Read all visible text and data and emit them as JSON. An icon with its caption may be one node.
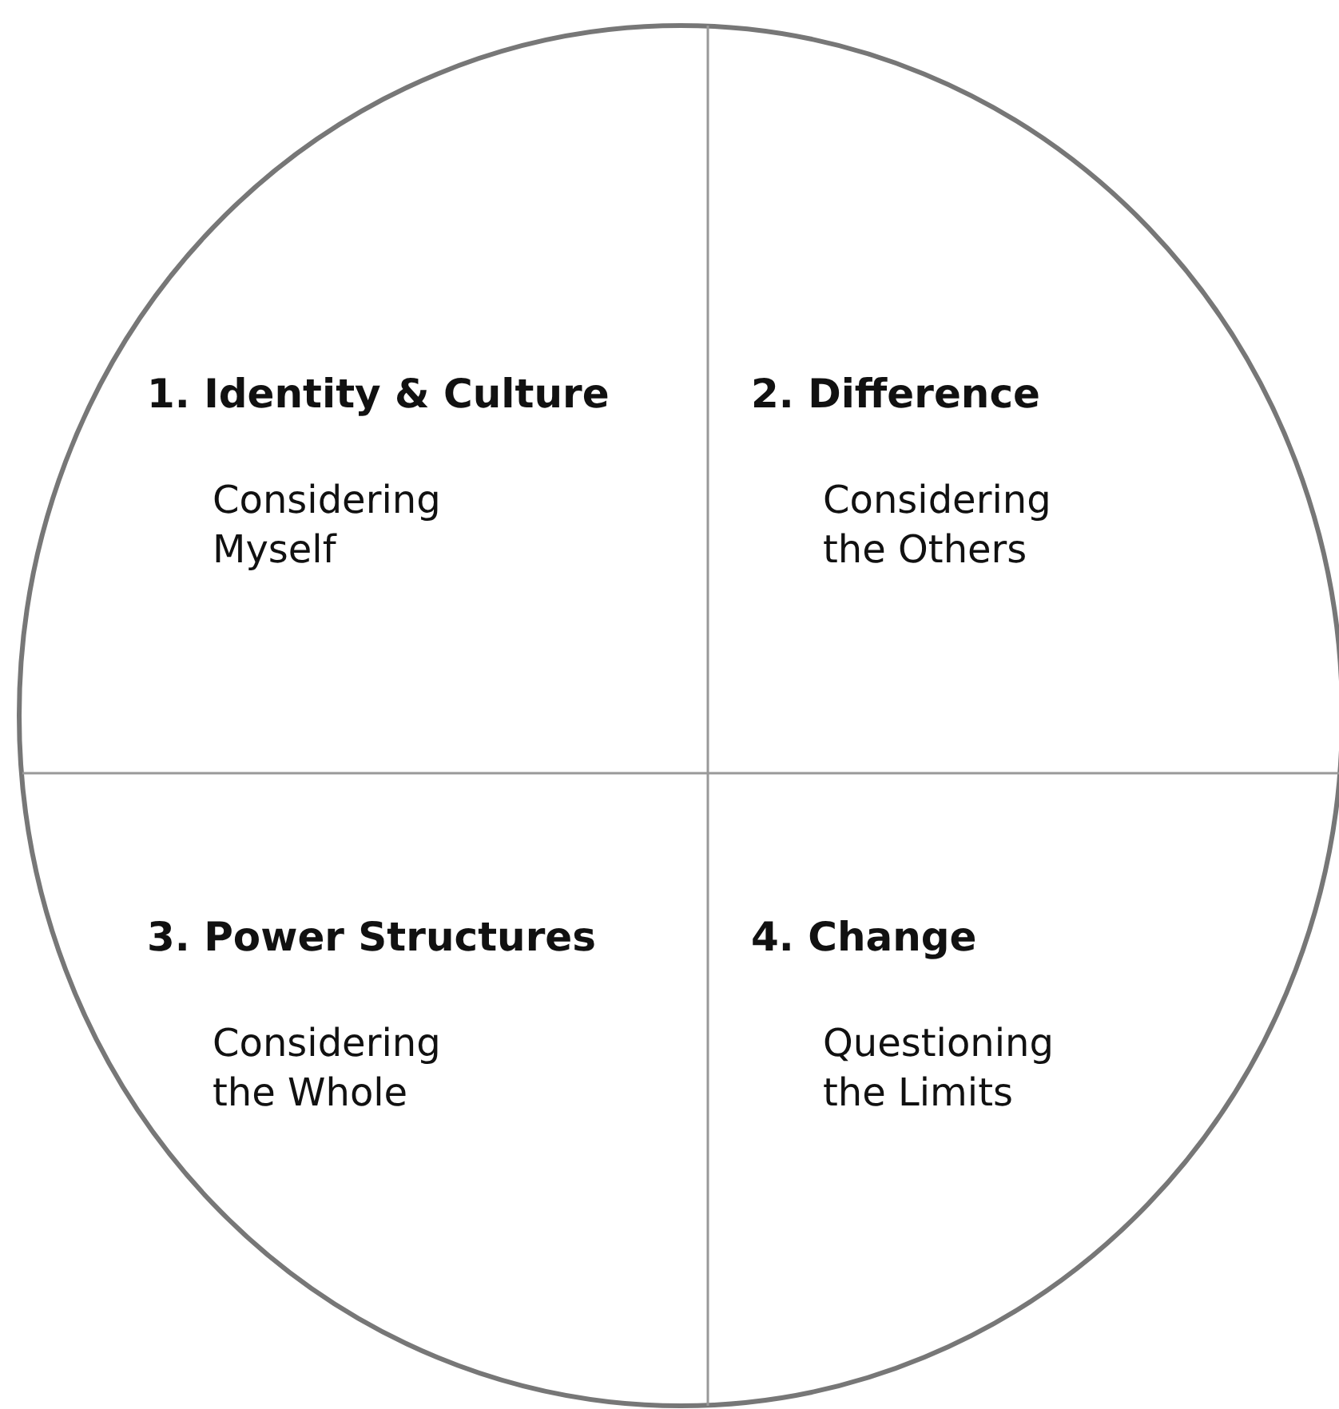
{
  "diagram": {
    "nodes": [
      {
        "text": [
          "1. Identity & Culture",
          "Considering Myself"
        ]
      },
      {
        "text": [
          "2. Difference",
          "Considering the Others"
        ]
      },
      {
        "text": [
          "3. Power Structures",
          "Considering the Whole"
        ]
      },
      {
        "text": [
          "4. Change",
          "Questioning the Limits"
        ]
      }
    ]
  }
}
